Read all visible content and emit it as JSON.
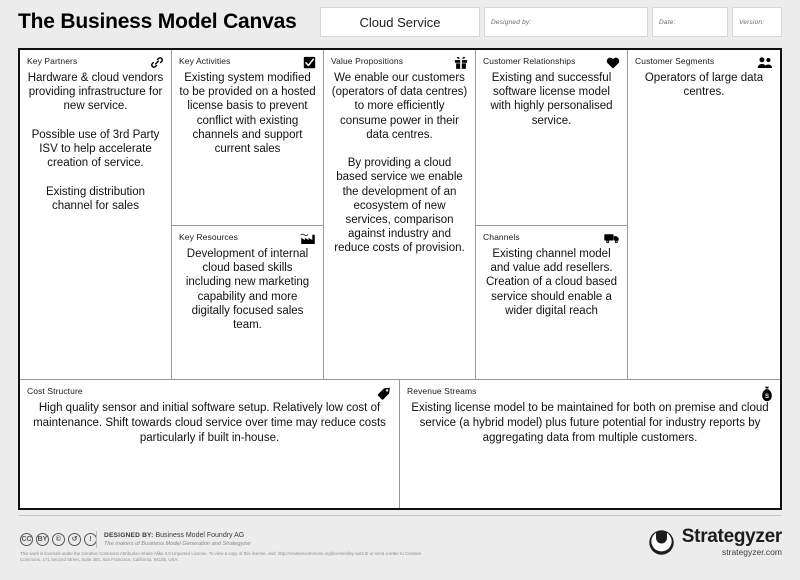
{
  "header": {
    "title": "The Business Model Canvas",
    "fields": [
      {
        "name": "canvas-name",
        "label": "",
        "value": "Cloud Service"
      },
      {
        "name": "designed-by",
        "label": "Designed by:",
        "value": ""
      },
      {
        "name": "date",
        "label": "Date:",
        "value": ""
      },
      {
        "name": "version",
        "label": "Version:",
        "value": ""
      }
    ]
  },
  "canvas": {
    "blocks": {
      "key_partners": {
        "title": "Key Partners",
        "icon": "chain-link-icon",
        "body": "Hardware & cloud vendors providing infrastructure for new service.\n\nPossible use of 3rd Party ISV to help accelerate creation of service.\n\nExisting distribution channel for sales"
      },
      "key_activities": {
        "title": "Key Activities",
        "icon": "checkmark-box-icon",
        "body": "Existing system modified to be provided on a hosted license basis to prevent conflict with existing channels and support current sales"
      },
      "key_resources": {
        "title": "Key Resources",
        "icon": "factory-icon",
        "body": "Development of internal cloud based skills including new marketing capability and more digitally focused sales team."
      },
      "value_propositions": {
        "title": "Value Propositions",
        "icon": "gift-icon",
        "body": "We enable our customers (operators of data centres) to more efficiently consume power in their data centres.\n\nBy providing a cloud based service we enable the development of an ecosystem of new services, comparison against industry and reduce costs of provision."
      },
      "customer_relationships": {
        "title": "Customer Relationships",
        "icon": "heart-icon",
        "body": "Existing and successful software license model with highly personalised service."
      },
      "channels": {
        "title": "Channels",
        "icon": "delivery-truck-icon",
        "body": "Existing channel model and value add resellers. Creation of a cloud based service should enable a wider digital reach"
      },
      "customer_segments": {
        "title": "Customer Segments",
        "icon": "people-icon",
        "body": "Operators of large data centres."
      },
      "cost_structure": {
        "title": "Cost Structure",
        "icon": "price-tag-icon",
        "body": "High quality sensor and initial software setup. Relatively low cost of maintenance. Shift towards cloud service over time may reduce costs particularly if built in-house."
      },
      "revenue_streams": {
        "title": "Revenue Streams",
        "icon": "money-bag-icon",
        "body": "Existing license model to be maintained for both on premise and cloud service (a hybrid model) plus future potential for industry reports by aggregating data from multiple customers."
      }
    }
  },
  "footer": {
    "cc_badges": [
      "CC",
      "BY",
      "©",
      "↺",
      "!"
    ],
    "designed_by_label": "DESIGNED BY:",
    "designed_by_name": "Business Model Foundry AG",
    "designed_by_sub": "The makers of Business Model Generation and Strategyzer",
    "license_text": "This work is licensed under the Creative Commons Attribution-Share Alike 3.0 Unported License. To view a copy of this license, visit: http://creativecommons.org/licenses/by-sa/3.0/ or send a letter to Creative Commons, 171 Second Street, Suite 300, San Francisco, California, 94105, USA.",
    "brand_name": "Strategyzer",
    "brand_url": "strategyzer.com",
    "brand_mark": "strategyzer-logo-icon"
  },
  "colors": {
    "page_bg": "#ececec",
    "canvas_bg": "#ffffff",
    "border_outer": "#111111",
    "border_inner": "#9a9a9a",
    "text": "#111111",
    "muted": "#8e8e8e"
  }
}
